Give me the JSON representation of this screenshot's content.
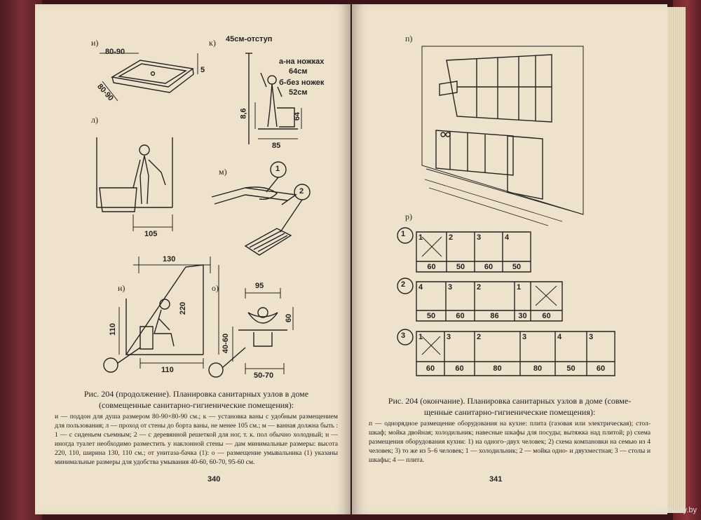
{
  "left_page": {
    "fig_labels": {
      "i": "и)",
      "k": "к)",
      "l": "л)",
      "m": "м)",
      "n": "н)",
      "o": "о)"
    },
    "dims": {
      "shower_w": "80-90",
      "shower_d": "80-90",
      "shower_h": "5",
      "bath_offset": "45см-отступ",
      "bath_a": "а-на ножках",
      "bath_a_h": "64см",
      "bath_b": "б-без ножек",
      "bath_b_h": "52см",
      "bath_h_left": "8,6",
      "bath_h_right": "64",
      "bath_w": "85",
      "washing_w": "105",
      "toilet_top": "130",
      "toilet_h": "220",
      "toilet_left_h": "110",
      "toilet_bottom": "110",
      "sink_top": "95",
      "sink_h": "60",
      "sink_left": "40-60",
      "sink_bottom": "50-70",
      "circle_1": "1",
      "circle_2": "2"
    },
    "caption_line1": "Рис. 204 (продолжение). Планировка санитарных узлов в доме",
    "caption_line2": "(совмещенные санитарно-гигиенические помещения):",
    "legend": "и — поддон для душа размером 80-90×80-90 см.; к — установка ваны с удобным размещением для пользования; л — проход от стены до борта ваны, не менее 105 см.; м — ванная должна быть : 1 — с сиденьем съемным; 2 — с деревянной решеткой для ног, т. к. пол обычно холодный; н — иногда туалет необходимо разместить у наклонной стены — дам минимальные размеры: высота 220, 110, ширина 130, 110 см.; от унитаза-бачка (1): о — размещение умывальника (1) указаны минимальные размеры для удобства умывания 40-60, 60-70, 95-60 см.",
    "page_number": "340"
  },
  "right_page": {
    "fig_labels": {
      "p": "п)",
      "r": "р)"
    },
    "schemes": [
      {
        "num": "1",
        "dims": [
          "60",
          "50",
          "60",
          "50"
        ]
      },
      {
        "num": "2",
        "dims": [
          "50",
          "60",
          "86",
          "30",
          "60"
        ]
      },
      {
        "num": "3",
        "dims": [
          "60",
          "60",
          "80",
          "80",
          "50",
          "60"
        ]
      }
    ],
    "cell_marks": {
      "s1": [
        "1",
        "2",
        "3",
        "4"
      ],
      "s2": [
        "4",
        "3",
        "2",
        "1"
      ],
      "s3": [
        "1",
        "3",
        "2",
        "3",
        "4",
        "3"
      ]
    },
    "caption_line1": "Рис. 204 (окончание). Планировка санитарных узлов в доме (совме-",
    "caption_line2": "щенные санитарно-гигиенические помещения):",
    "legend": "п — однорядное размещение оборудования на кухне: плита (газовая или электрическая); стол-шкаф; мойка двойная; холодильник; навесные шкафы для посуды; вытяжка над плитой; р) схема размещения оборудования кухни: 1) на одного–двух человек; 2) схема компановки на семью из 4 человек; 3) то же из 5–6 человек; 1 — холодильник; 2 — мойка одно- и двухместная; 3 — столы и шкафы; 4 — плита.",
    "page_number": "341"
  },
  "watermark": "www.ay.by"
}
